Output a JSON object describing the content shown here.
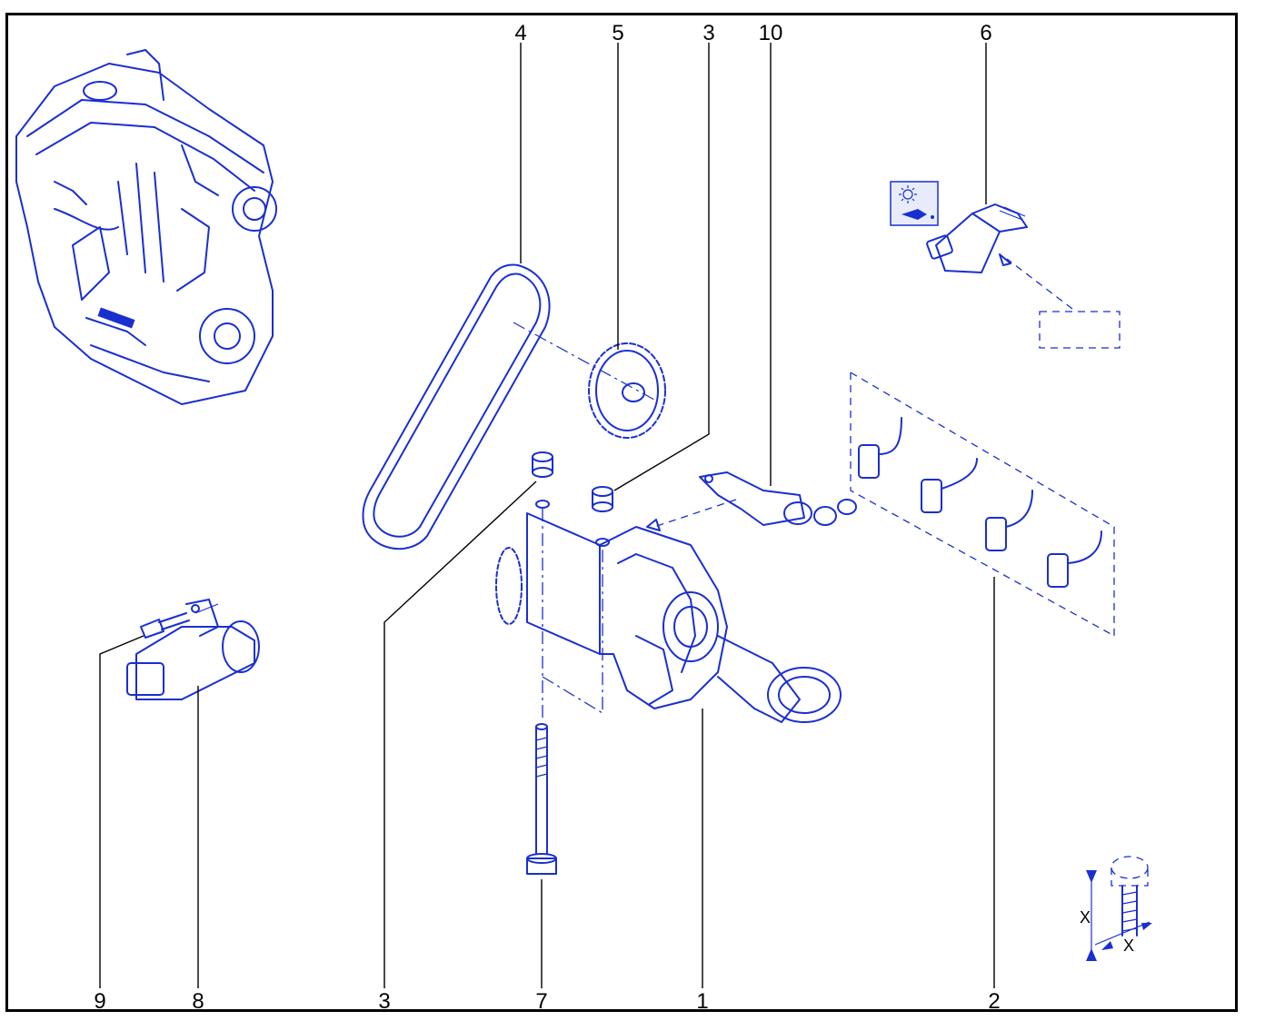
{
  "callouts": {
    "top": [
      "4",
      "5",
      "3",
      "10",
      "6"
    ],
    "bottom": [
      "9",
      "8",
      "3",
      "7",
      "1",
      "2"
    ]
  },
  "torque_symbol": {
    "label_vertical": "X",
    "label_horizontal": "X"
  },
  "icons": {
    "oil_pressure_warning": "oil-pressure-warning-icon",
    "torque": "torque-bolt-icon"
  },
  "colors": {
    "line_art": "#1a2fd0",
    "callout": "#000000"
  }
}
